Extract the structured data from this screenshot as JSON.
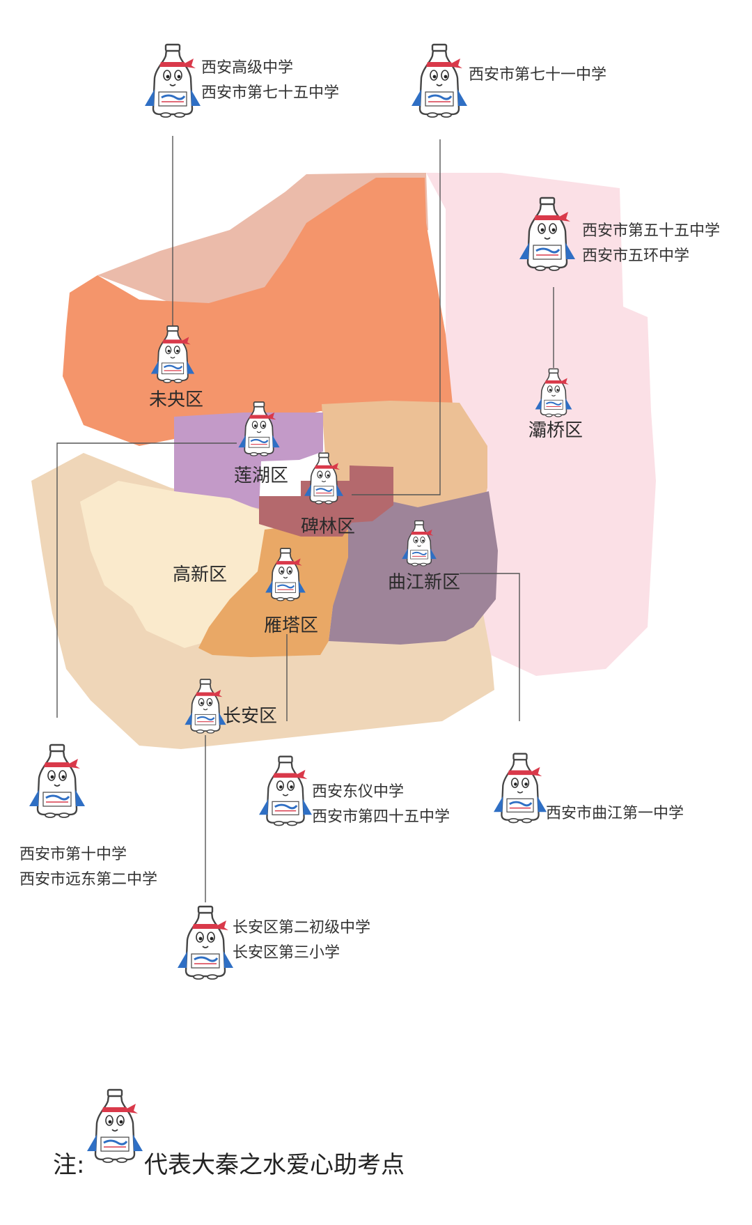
{
  "districts": {
    "weiyang": "未央区",
    "baqiao": "灞桥区",
    "lianhu": "莲湖区",
    "beilin": "碑林区",
    "gaoxin": "高新区",
    "qujiang": "曲江新区",
    "yanta": "雁塔区",
    "changan": "长安区"
  },
  "schools": {
    "top_left": [
      "西安高级中学",
      "西安市第七十五中学"
    ],
    "top_mid": [
      "西安市第七十一中学"
    ],
    "right": [
      "西安市第五十五中学",
      "西安市五环中学"
    ],
    "bottom_left": [
      "西安市第十中学",
      "西安市远东第二中学"
    ],
    "bottom_mid": [
      "西安东仪中学",
      "西安市第四十五中学"
    ],
    "bottom_right": [
      "西安市曲江第一中学"
    ],
    "bottom_low": [
      "长安区第二初级中学",
      "长安区第三小学"
    ]
  },
  "legend": {
    "prefix": "注:",
    "text": "代表大秦之水爱心助考点"
  },
  "colors": {
    "weiyang": "#f4956b",
    "weiyang_north": "#ebbbaa",
    "baqiao": "#fbe0e6",
    "lianhu": "#c39ac8",
    "beilin": "#b4696d",
    "xincheng": "#ecc095",
    "gaoxin": "#faeacc",
    "qujiang": "#9e8499",
    "yanta": "#e9a866",
    "changan": "#efd6b8",
    "leader": "#555555",
    "mascot_cap": "#d9394a",
    "mascot_cape": "#2f6fc4"
  },
  "icons": {
    "marker": "water-bottle-mascot-icon"
  }
}
